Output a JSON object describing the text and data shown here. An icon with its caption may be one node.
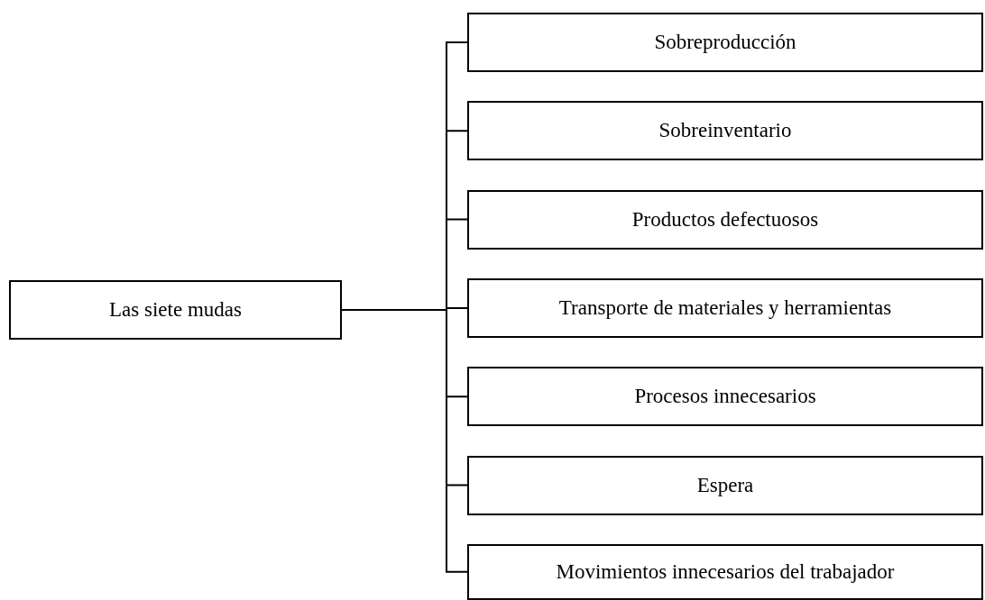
{
  "diagram": {
    "nodes": [
      {
        "text": [
          "Las siete mudas"
        ]
      },
      {
        "text": [
          "Sobreproducción"
        ]
      },
      {
        "text": [
          "Sobreinventario"
        ]
      },
      {
        "text": [
          "Productos defectuosos"
        ]
      },
      {
        "text": [
          "Transporte de materiales y herramientas"
        ]
      },
      {
        "text": [
          "Procesos innecesarios"
        ]
      },
      {
        "text": [
          "Espera"
        ]
      },
      {
        "text": [
          "Movimientos innecesarios del trabajador"
        ]
      }
    ],
    "edges": [
      {
        "from": 0,
        "to": 1,
        "arrow": "none"
      },
      {
        "from": 0,
        "to": 2,
        "arrow": "none"
      },
      {
        "from": 0,
        "to": 3,
        "arrow": "none"
      },
      {
        "from": 0,
        "to": 4,
        "arrow": "none"
      },
      {
        "from": 0,
        "to": 5,
        "arrow": "none"
      },
      {
        "from": 0,
        "to": 6,
        "arrow": "none"
      },
      {
        "from": 0,
        "to": 7,
        "arrow": "none"
      }
    ]
  }
}
